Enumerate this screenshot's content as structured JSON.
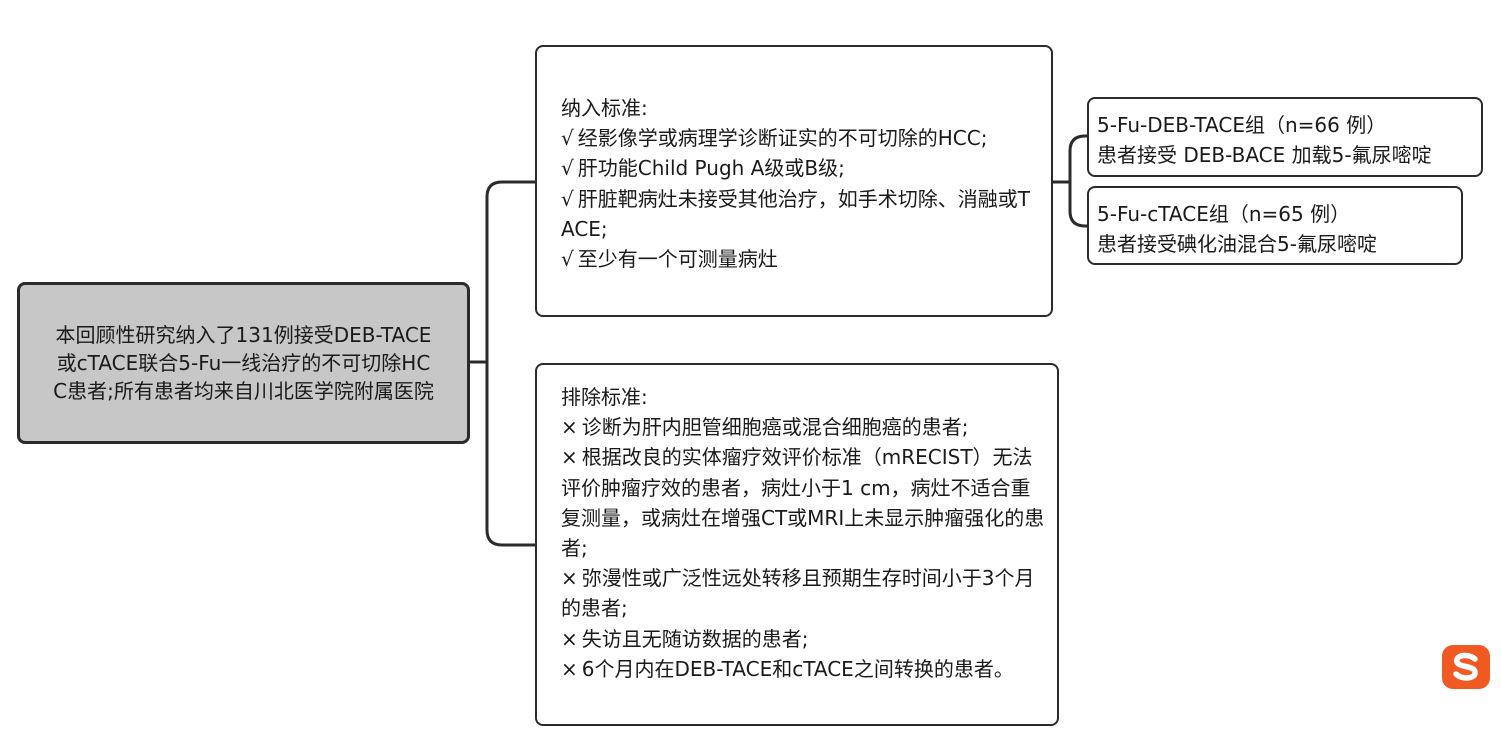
{
  "root": {
    "text": "本回顾性研究纳入了131例接受DEB-TACE或cTACE联合5-Fu一线治疗的不可切除HCC患者;所有患者均来自川北医学院附属医院"
  },
  "inclusion": {
    "title": "纳入标准:",
    "symbol": "√",
    "items": [
      "经影像学或病理学诊断证实的不可切除的HCC;",
      "肝功能Child Pugh A级或B级;",
      "肝脏靶病灶未接受其他治疗，如手术切除、消融或TACE;",
      "至少有一个可测量病灶"
    ]
  },
  "exclusion": {
    "title": "排除标准:",
    "symbol": "×",
    "items": [
      "诊断为肝内胆管细胞癌或混合细胞癌的患者;",
      "根据改良的实体瘤疗效评价标准（mRECIST）无法评价肿瘤疗效的患者，病灶小于1 cm，病灶不适合重复测量，或病灶在增强CT或MRI上未显示肿瘤强化的患者;",
      "弥漫性或广泛性远处转移且预期生存时间小于3个月的患者;",
      "失访且无随访数据的患者;",
      "6个月内在DEB-TACE和cTACE之间转换的患者。"
    ]
  },
  "groups": [
    {
      "title": "5-Fu-DEB-TACE组（n=66 例）",
      "desc": "患者接受 DEB-BACE 加载5-氟尿嘧啶"
    },
    {
      "title": "5-Fu-cTACE组（n=65 例）",
      "desc": "患者接受碘化油混合5-氟尿嘧啶"
    }
  ],
  "logo": {
    "icon": "sogou-ime-icon",
    "color": "#f05a22"
  },
  "colors": {
    "root_fill": "#c7c7c7",
    "border": "#2b2b2b"
  }
}
